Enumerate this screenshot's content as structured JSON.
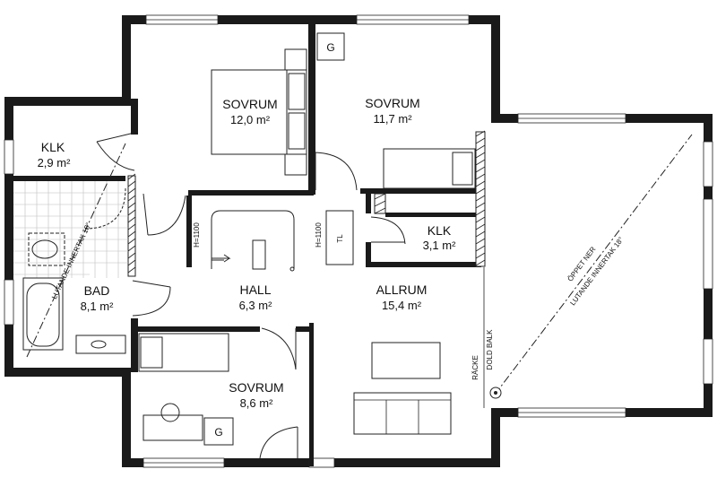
{
  "rooms": {
    "sovrum_1": {
      "name": "SOVRUM",
      "area": "12,0 m²"
    },
    "sovrum_2": {
      "name": "SOVRUM",
      "area": "11,7 m²"
    },
    "sovrum_3": {
      "name": "SOVRUM",
      "area": "8,6 m²"
    },
    "klk_1": {
      "name": "KLK",
      "area": "2,9 m²"
    },
    "klk_2": {
      "name": "KLK",
      "area": "3,1 m²"
    },
    "bad": {
      "name": "BAD",
      "area": "8,1 m²"
    },
    "hall": {
      "name": "HALL",
      "area": "6,3 m²"
    },
    "allrum": {
      "name": "ALLRUM",
      "area": "15,4 m²"
    }
  },
  "labels": {
    "g_top": "G",
    "g_bottom": "G",
    "tl": "TL",
    "h1100_left": "H=1100",
    "h1100_right": "H=1100",
    "racke": "RÄCKE",
    "dold_balk": "DOLD BALK",
    "lutande_left": "LUTANDE INNERTAK 18°",
    "oppet_ner": "ÖPPET NER",
    "lutande_right": "LUTANDE INNERTAK 18°"
  }
}
